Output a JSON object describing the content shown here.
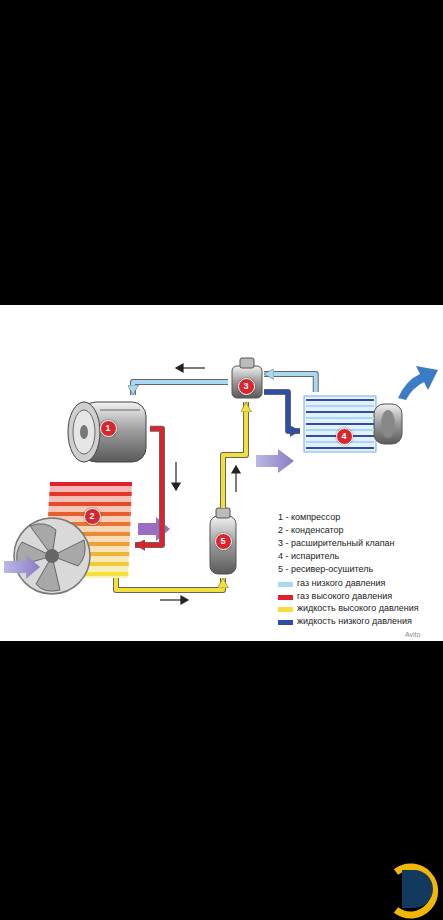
{
  "diagram": {
    "nodes": [
      {
        "text": [
          "1"
        ]
      },
      {
        "text": [
          "2"
        ]
      },
      {
        "text": [
          "3"
        ]
      },
      {
        "text": [
          "4"
        ]
      },
      {
        "text": [
          "5"
        ]
      }
    ],
    "edges": [
      {
        "from": 0,
        "to": 1,
        "arrow": "to"
      },
      {
        "from": 1,
        "to": 4,
        "arrow": "to"
      },
      {
        "from": 4,
        "to": 2,
        "arrow": "to"
      },
      {
        "from": 2,
        "to": 3,
        "arrow": "to"
      },
      {
        "from": 3,
        "to": 2,
        "arrow": "to"
      },
      {
        "from": 2,
        "to": 0,
        "arrow": "to"
      }
    ],
    "labels": [
      "1 - компрессор",
      "2 - конденсатор",
      "3 - расширительный клапан",
      "4 - испаритель",
      "5 - ресивер-осушитель",
      "Avito"
    ],
    "legend": [
      {
        "text": "газ низкого давления",
        "color": "#a9d9f2"
      },
      {
        "text": "газ высокого давления",
        "color": "#e0202a"
      },
      {
        "text": "жидкость высокого давления",
        "color": "#f3e03a"
      },
      {
        "text": "жидкость низкого давления",
        "color": "#2f4ea8"
      }
    ]
  }
}
